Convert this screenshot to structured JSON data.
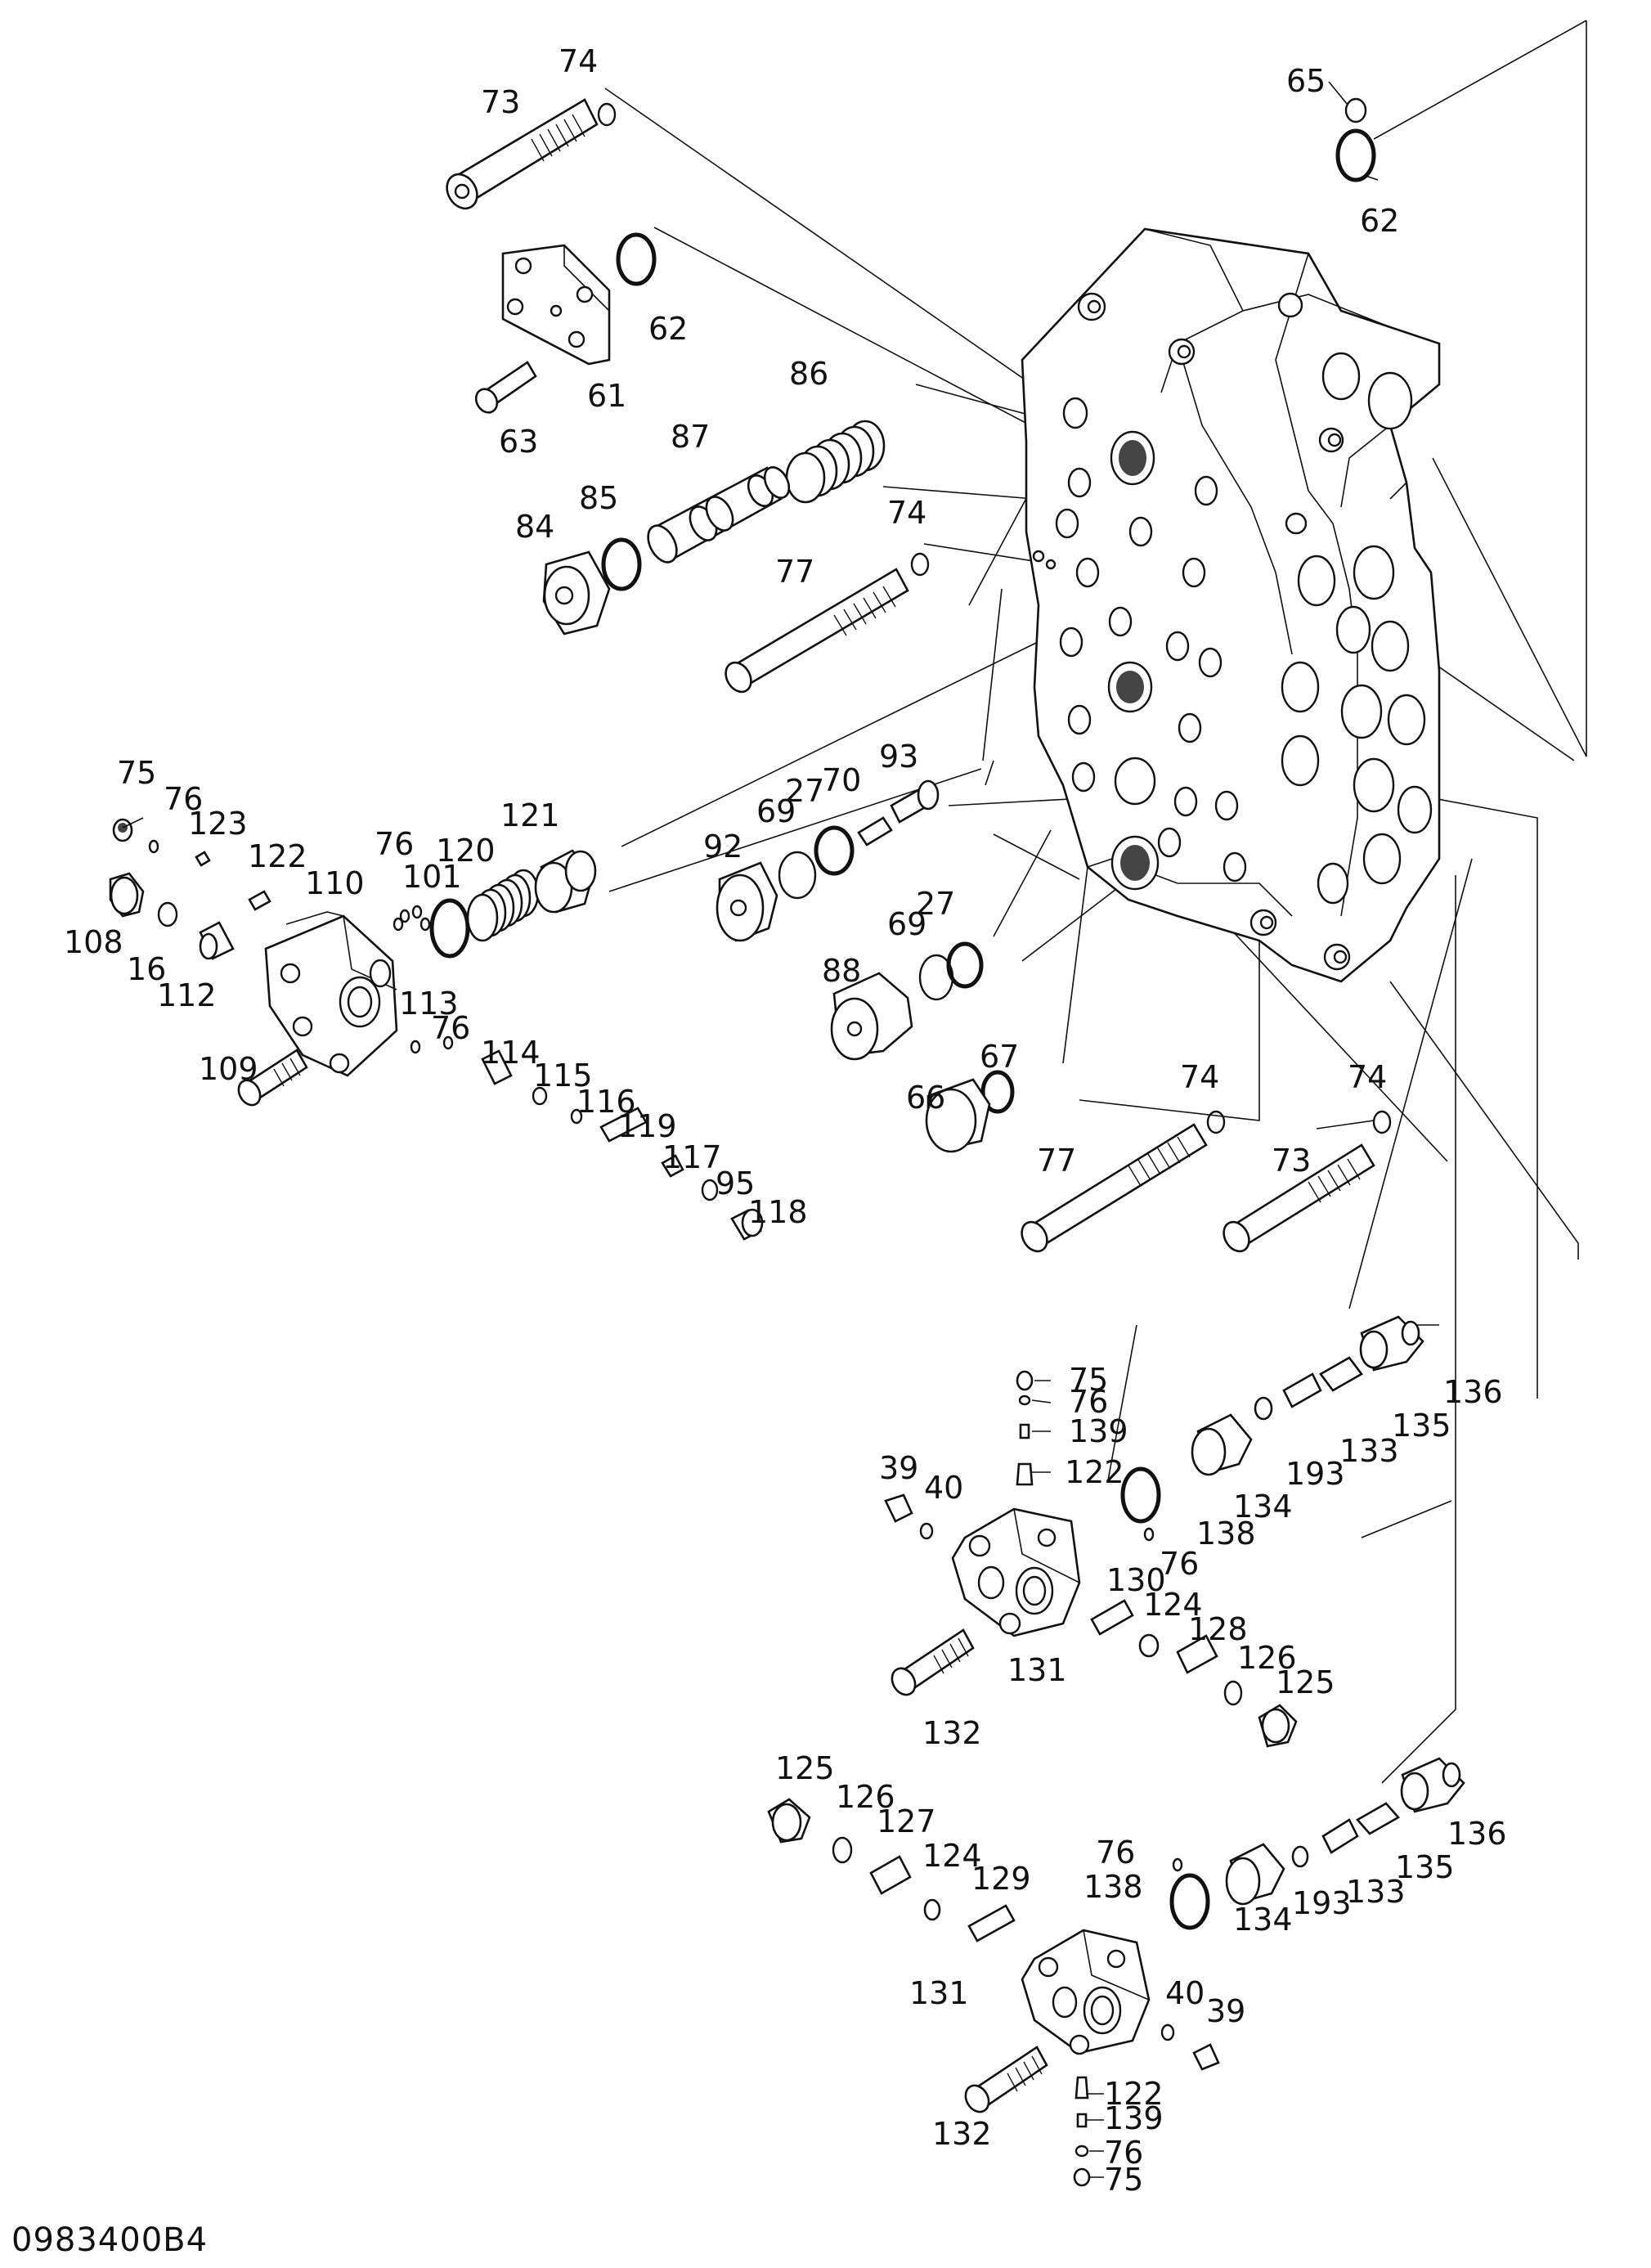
{
  "diagram": {
    "code": "0983400B4",
    "callouts": [
      "73",
      "74",
      "65",
      "62",
      "62",
      "61",
      "63",
      "86",
      "87",
      "84",
      "85",
      "74",
      "77",
      "93",
      "121",
      "75",
      "76",
      "123",
      "122",
      "76",
      "120",
      "101",
      "110",
      "108",
      "16",
      "112",
      "109",
      "113",
      "76",
      "114",
      "115",
      "116",
      "119",
      "117",
      "95",
      "118",
      "69",
      "27",
      "70",
      "92",
      "27",
      "69",
      "88",
      "67",
      "66",
      "74",
      "77",
      "74",
      "73",
      "75",
      "76",
      "139",
      "122",
      "136",
      "135",
      "133",
      "193",
      "134",
      "39",
      "40",
      "138",
      "76",
      "130",
      "124",
      "128",
      "126",
      "125",
      "131",
      "132",
      "125",
      "126",
      "127",
      "124",
      "129",
      "76",
      "138",
      "136",
      "135",
      "133",
      "193",
      "134",
      "40",
      "39",
      "131",
      "122",
      "139",
      "132",
      "76",
      "75"
    ]
  }
}
